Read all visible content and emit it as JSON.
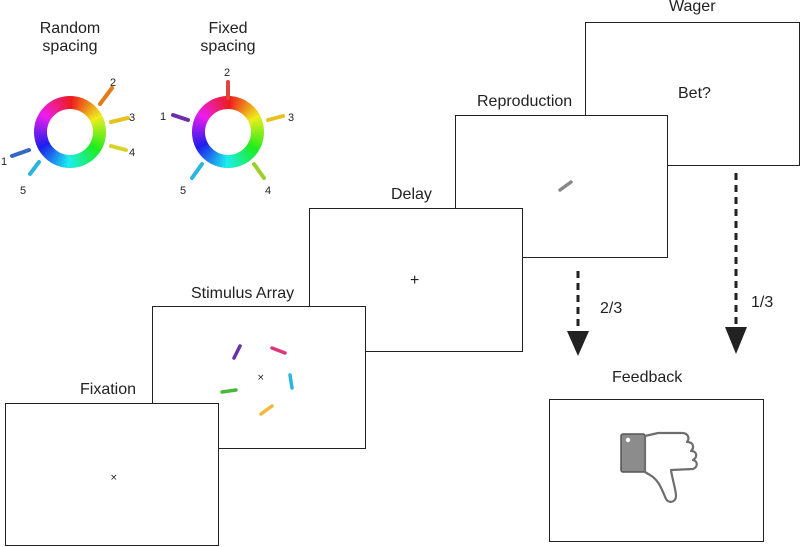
{
  "wheels": {
    "random_title_line1": "Random",
    "random_title_line2": "spacing",
    "fixed_title_line1": "Fixed",
    "fixed_title_line2": "spacing",
    "random_labels": [
      "1",
      "2",
      "3",
      "4",
      "5"
    ],
    "fixed_labels": [
      "1",
      "2",
      "3",
      "4",
      "5"
    ]
  },
  "stages": {
    "fixation": "Fixation",
    "stimulus_array": "Stimulus Array",
    "delay": "Delay",
    "reproduction": "Reproduction",
    "wager": "Wager",
    "feedback": "Feedback"
  },
  "wager": {
    "prompt": "Bet?"
  },
  "delay": {
    "fixation_cross": "+"
  },
  "branches": {
    "feedback_probability": "2/3",
    "no_feedback_probability": "1/3"
  },
  "colors": {
    "frame_border": "#222222",
    "arrow": "#222222",
    "probe_bar": "#888888",
    "thumbs_down_fill": "#888888"
  },
  "icons": {
    "feedback": "thumbs-down-icon"
  }
}
